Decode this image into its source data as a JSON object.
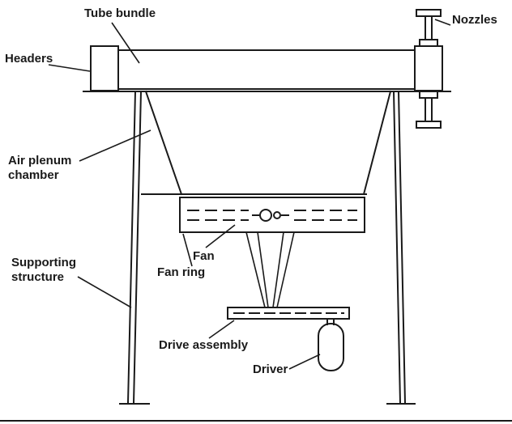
{
  "diagram": {
    "labels": {
      "tube_bundle": "Tube bundle",
      "nozzles": "Nozzles",
      "headers": "Headers",
      "air_plenum_chamber": "Air plenum chamber",
      "supporting_structure": "Supporting structure",
      "fan": "Fan",
      "fan_ring": "Fan ring",
      "drive_assembly": "Drive assembly",
      "driver": "Driver"
    },
    "colors": {
      "line": "#1a1a1a",
      "background": "#ffffff"
    }
  }
}
